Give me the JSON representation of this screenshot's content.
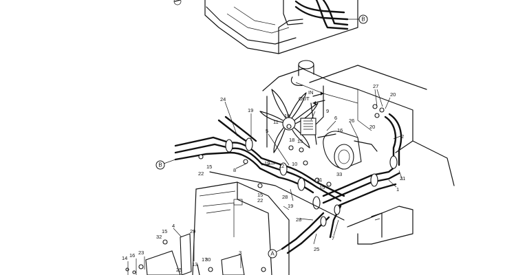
{
  "markers": {
    "a": "A",
    "b": "B"
  },
  "flow": {
    "in": "IN",
    "out": "OUT"
  },
  "part_numbers": [
    "1",
    "2",
    "3",
    "4",
    "5",
    "6",
    "7",
    "8",
    "9",
    "10",
    "11",
    "12",
    "13",
    "14",
    "15",
    "16",
    "17",
    "18",
    "19",
    "20",
    "21",
    "22",
    "23",
    "24",
    "25",
    "26",
    "27",
    "28",
    "29",
    "30",
    "31",
    "32",
    "33"
  ]
}
